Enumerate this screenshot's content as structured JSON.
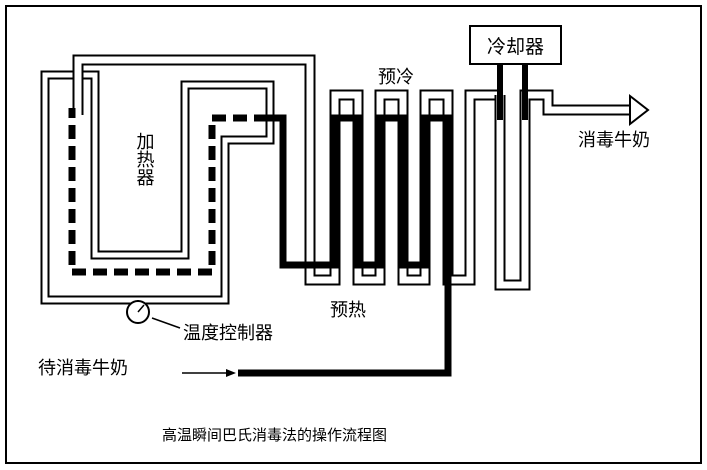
{
  "labels": {
    "heater": "加热器",
    "cooler": "冷却器",
    "precool": "预冷",
    "preheat": "预热",
    "temp_controller": "温度控制器",
    "milk_in": "待消毒牛奶",
    "milk_out": "消毒牛奶"
  },
  "caption": "高温瞬间巴氏消毒法的操作流程图"
}
